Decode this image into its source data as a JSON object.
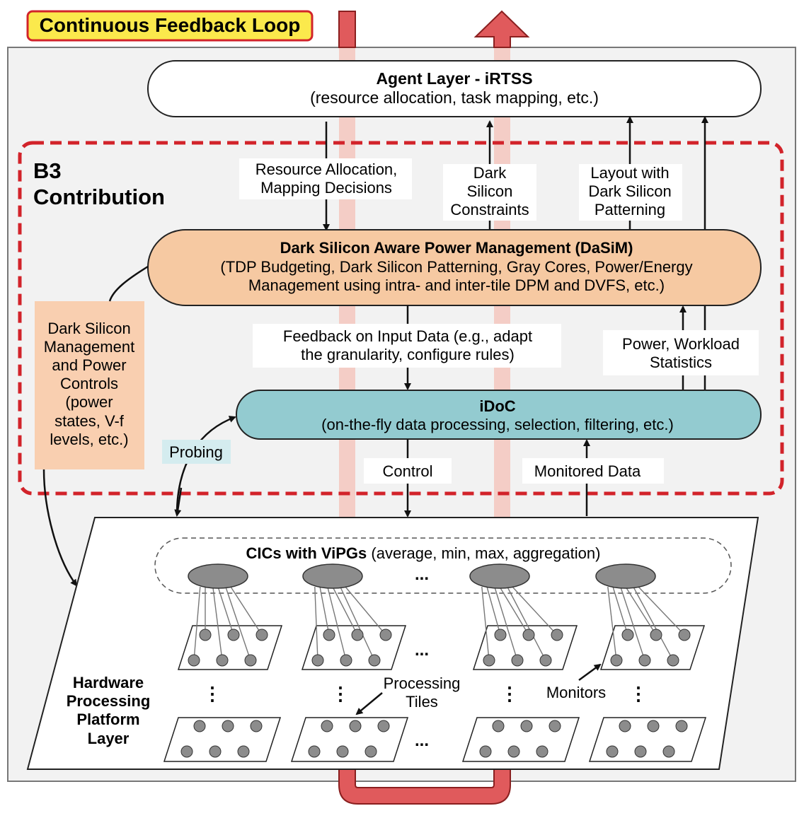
{
  "banner": {
    "label": "Continuous Feedback Loop",
    "fill": "#fbe94c",
    "stroke": "#d2232a"
  },
  "agent_layer": {
    "title": "Agent Layer - iRTSS",
    "subtitle": "(resource allocation, task mapping, etc.)"
  },
  "b3": {
    "line1": "B3",
    "line2": "Contribution",
    "border_color": "#d2232a"
  },
  "dasim": {
    "title": "Dark Silicon Aware Power Management (DaSiM)",
    "line2": "(TDP Budgeting, Dark Silicon Patterning, Gray Cores, Power/Energy",
    "line3": "Management using intra- and inter-tile DPM and DVFS, etc.)",
    "fill": "#f6c9a2"
  },
  "idoc": {
    "title": "iDoC",
    "subtitle": "(on-the-fly data processing, selection, filtering, etc.)",
    "fill": "#93cbd0"
  },
  "labels": {
    "resource_allocation": [
      "Resource Allocation,",
      "Mapping Decisions"
    ],
    "dark_silicon_constraints": [
      "Dark",
      "Silicon",
      "Constraints"
    ],
    "layout_patterning": [
      "Layout with",
      "Dark Silicon",
      "Patterning"
    ],
    "feedback_input": [
      "Feedback on Input Data (e.g., adapt",
      "the granularity, configure rules)"
    ],
    "power_workload": [
      "Power, Workload",
      "Statistics"
    ],
    "control": "Control",
    "monitored_data": "Monitored Data",
    "probing": "Probing",
    "dark_silicon_mgmt": [
      "Dark Silicon",
      "Management",
      "and Power",
      "Controls",
      "(power",
      "states, V-f",
      "levels, etc.)"
    ]
  },
  "hardware": {
    "cics_bold": "CICs with ViPGs",
    "cics_rest": " (average, min, max, aggregation)",
    "layer_label": [
      "Hardware",
      "Processing",
      "Platform",
      "Layer"
    ],
    "processing_tiles": [
      "Processing",
      "Tiles"
    ],
    "monitors": "Monitors",
    "ellipsis": "...",
    "vdots": "⋮"
  },
  "colors": {
    "feedback_arrow": "#e05a5c",
    "feedback_arrow_light": "#f4cdc6",
    "mgmt_box": "#f9cfb0",
    "probing_box": "#d4ecef",
    "panel_bg": "#f2f2f2",
    "node_fill": "#8c8c8c"
  }
}
